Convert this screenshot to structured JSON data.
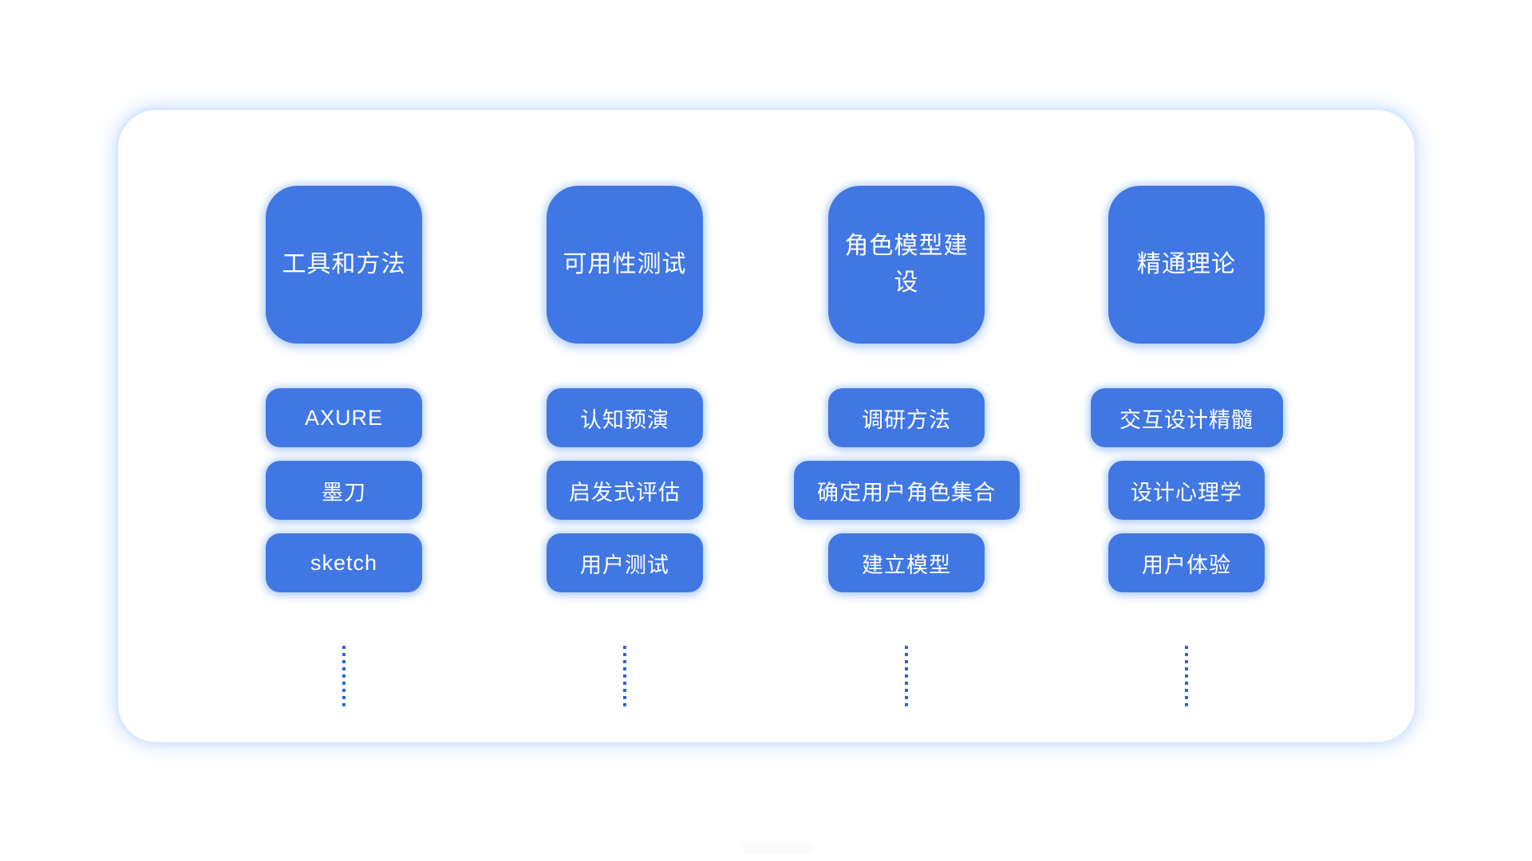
{
  "diagram": {
    "type": "mindmap-columns",
    "columns": [
      {
        "header": "工具和方法",
        "items": [
          "AXURE",
          "墨刀",
          "sketch"
        ]
      },
      {
        "header": "可用性测试",
        "items": [
          "认知预演",
          "启发式评估",
          "用户测试"
        ]
      },
      {
        "header": "角色模型建设",
        "items": [
          "调研方法",
          "确定用户角色集合",
          "建立模型"
        ]
      },
      {
        "header": "精通理论",
        "items": [
          "交互设计精髓",
          "设计心理学",
          "用户体验"
        ]
      }
    ],
    "colors": {
      "node_blue": "#4177E3",
      "dot_blue": "#2A6AD0",
      "node_text": "#FFFFFF",
      "card_background": "#FFFFFF",
      "card_glow": "#D9E8FC"
    }
  }
}
